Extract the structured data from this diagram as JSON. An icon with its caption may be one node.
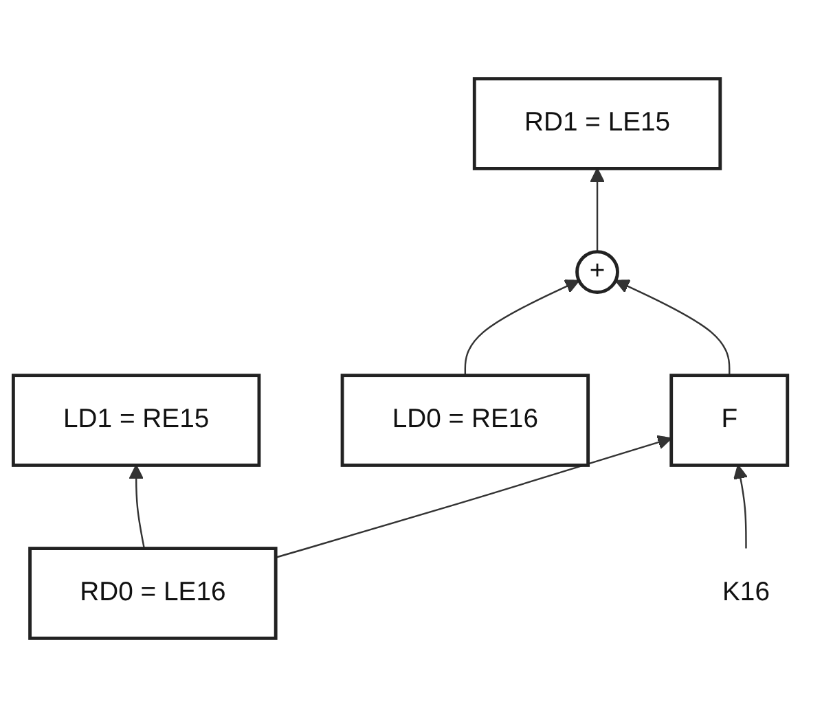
{
  "diagram": {
    "nodes": [
      {
        "text": [
          "LD1 = RE15"
        ]
      },
      {
        "text": [
          "RD1 = LE15"
        ]
      },
      {
        "text": [
          "+"
        ]
      },
      {
        "text": [
          "F"
        ]
      },
      {
        "text": [
          "K16"
        ]
      },
      {
        "text": [
          "LD0 = RE16"
        ]
      },
      {
        "text": [
          "RD0 = LE16"
        ]
      }
    ],
    "edges": [
      {
        "from": 6,
        "to": 3,
        "arrow": "to"
      },
      {
        "from": 6,
        "to": 0,
        "arrow": "to"
      },
      {
        "from": 5,
        "to": 2,
        "arrow": "to"
      },
      {
        "from": 3,
        "to": 2,
        "arrow": "to"
      },
      {
        "from": 2,
        "to": 1,
        "arrow": "to"
      },
      {
        "from": 4,
        "to": 3,
        "arrow": "to"
      }
    ]
  }
}
